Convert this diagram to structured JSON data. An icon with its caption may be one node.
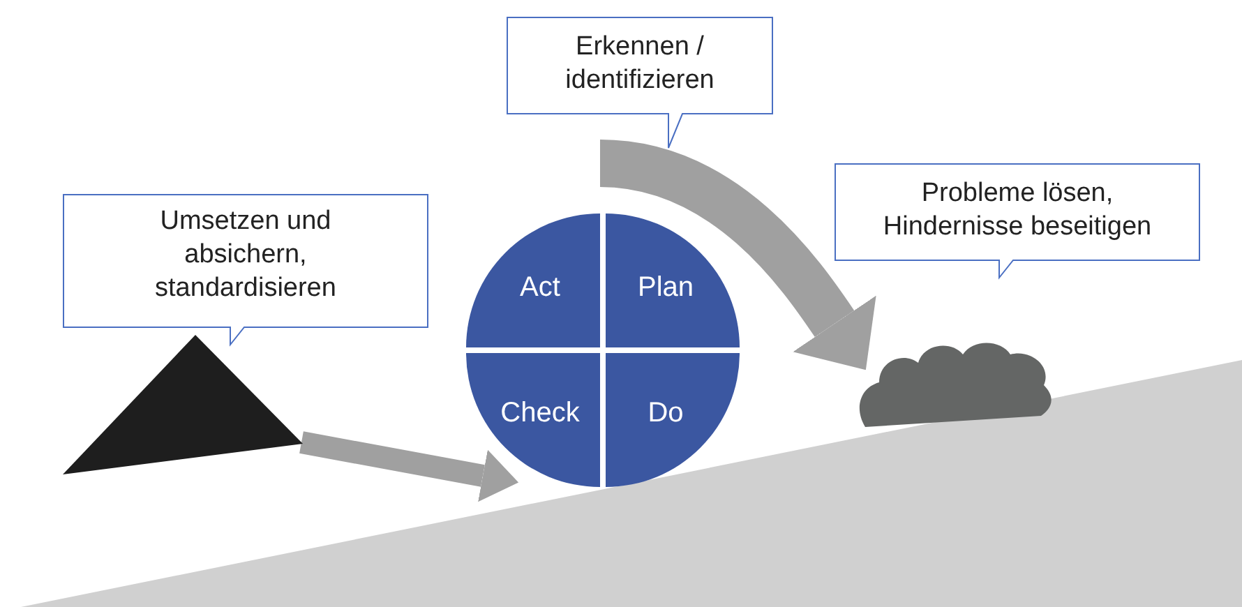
{
  "diagram": {
    "nodes": [
      {
        "text": [
          "Erkennen / identifizieren"
        ]
      },
      {
        "text": [
          "Probleme lösen, Hindernisse beseitigen"
        ]
      },
      {
        "text": [
          "Umsetzen und absichern, standardisieren"
        ]
      },
      {
        "text": [],
        "shape": "circle"
      },
      {
        "text": [
          "Act"
        ],
        "in": 3
      },
      {
        "text": [
          "Plan"
        ],
        "in": 3
      },
      {
        "text": [
          "Check"
        ],
        "in": 3
      },
      {
        "text": [
          "Do"
        ],
        "in": 3
      },
      {
        "text": [],
        "shape": "triangle"
      },
      {
        "text": [],
        "shape": "cloud"
      }
    ],
    "edges": [
      {
        "from": null,
        "to": 9,
        "arrow": "to",
        "style": "thick"
      },
      {
        "from": 8,
        "to": 6,
        "arrow": "to"
      }
    ]
  }
}
